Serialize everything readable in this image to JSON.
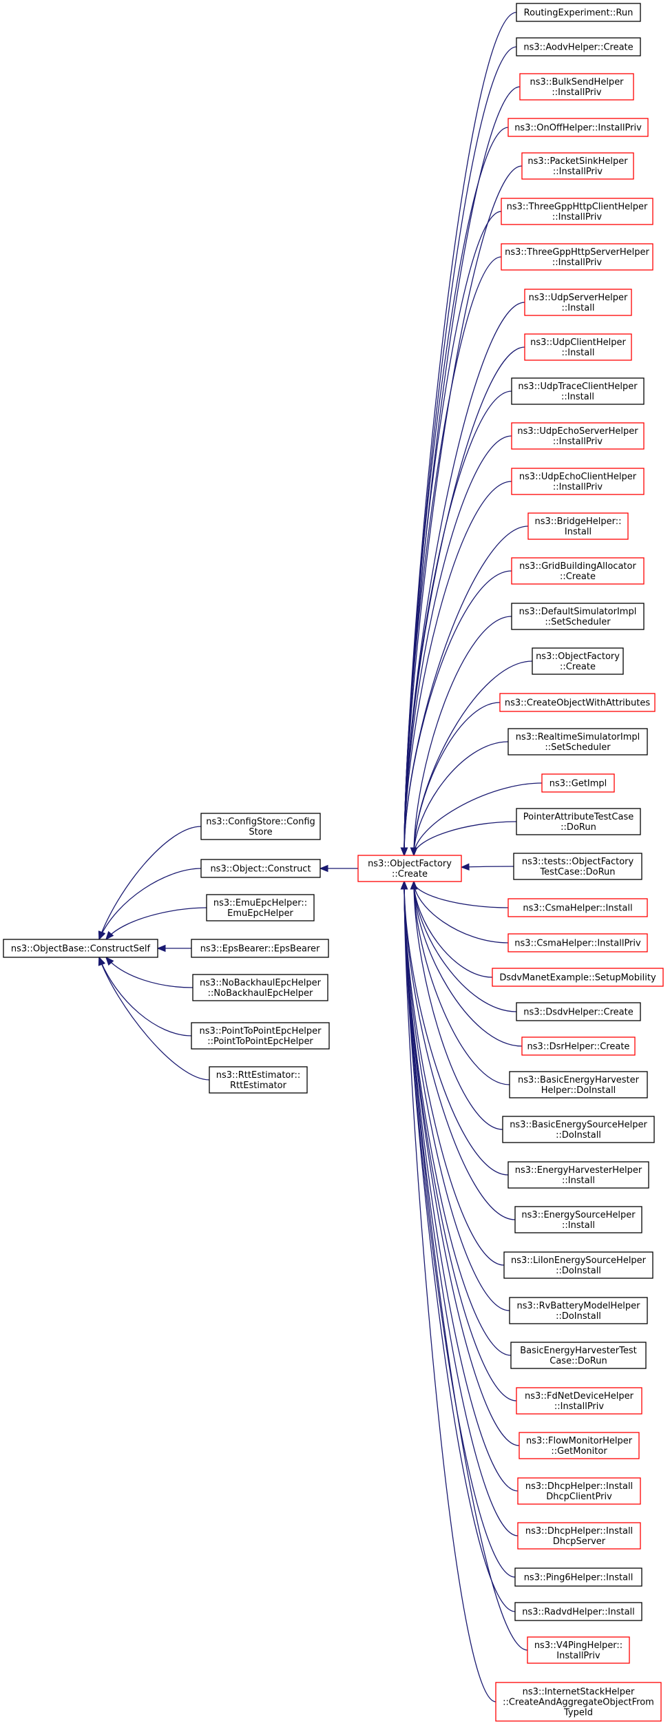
{
  "colors": {
    "edge": "#191970",
    "border_normal": "#000000",
    "border_red": "#ff0000",
    "root_fill": "#bfbfbf",
    "node_fill": "#ffffff"
  },
  "root": {
    "id": "n_root",
    "lines": [
      "ns3::ObjectBase::ConstructSelf"
    ]
  },
  "middle": [
    {
      "id": "m0",
      "lines": [
        "ns3::ConfigStore::Config",
        "Store"
      ],
      "border": "black"
    },
    {
      "id": "m1",
      "lines": [
        "ns3::Object::Construct"
      ],
      "border": "black"
    },
    {
      "id": "m2",
      "lines": [
        "ns3::EmuEpcHelper::",
        "EmuEpcHelper"
      ],
      "border": "black"
    },
    {
      "id": "m3",
      "lines": [
        "ns3::EpsBearer::EpsBearer"
      ],
      "border": "black"
    },
    {
      "id": "m4",
      "lines": [
        "ns3::NoBackhaulEpcHelper",
        "::NoBackhaulEpcHelper"
      ],
      "border": "black"
    },
    {
      "id": "m5",
      "lines": [
        "ns3::PointToPointEpcHelper",
        "::PointToPointEpcHelper"
      ],
      "border": "black"
    },
    {
      "id": "m6",
      "lines": [
        "ns3::RttEstimator::",
        "RttEstimator"
      ],
      "border": "black"
    }
  ],
  "factory": {
    "id": "f0",
    "lines": [
      "ns3::ObjectFactory",
      "::Create"
    ],
    "border": "red"
  },
  "callers": [
    {
      "id": "c0",
      "lines": [
        "RoutingExperiment::Run"
      ],
      "border": "black"
    },
    {
      "id": "c1",
      "lines": [
        "ns3::AodvHelper::Create"
      ],
      "border": "black"
    },
    {
      "id": "c2",
      "lines": [
        "ns3::BulkSendHelper",
        "::InstallPriv"
      ],
      "border": "red"
    },
    {
      "id": "c3",
      "lines": [
        "ns3::OnOffHelper::InstallPriv"
      ],
      "border": "red"
    },
    {
      "id": "c4",
      "lines": [
        "ns3::PacketSinkHelper",
        "::InstallPriv"
      ],
      "border": "red"
    },
    {
      "id": "c5",
      "lines": [
        "ns3::ThreeGppHttpClientHelper",
        "::InstallPriv"
      ],
      "border": "red"
    },
    {
      "id": "c6",
      "lines": [
        "ns3::ThreeGppHttpServerHelper",
        "::InstallPriv"
      ],
      "border": "red"
    },
    {
      "id": "c7",
      "lines": [
        "ns3::UdpServerHelper",
        "::Install"
      ],
      "border": "red"
    },
    {
      "id": "c8",
      "lines": [
        "ns3::UdpClientHelper",
        "::Install"
      ],
      "border": "red"
    },
    {
      "id": "c9",
      "lines": [
        "ns3::UdpTraceClientHelper",
        "::Install"
      ],
      "border": "black"
    },
    {
      "id": "c10",
      "lines": [
        "ns3::UdpEchoServerHelper",
        "::InstallPriv"
      ],
      "border": "red"
    },
    {
      "id": "c11",
      "lines": [
        "ns3::UdpEchoClientHelper",
        "::InstallPriv"
      ],
      "border": "red"
    },
    {
      "id": "c12",
      "lines": [
        "ns3::BridgeHelper::",
        "Install"
      ],
      "border": "red"
    },
    {
      "id": "c13",
      "lines": [
        "ns3::GridBuildingAllocator",
        "::Create"
      ],
      "border": "red"
    },
    {
      "id": "c14",
      "lines": [
        "ns3::DefaultSimulatorImpl",
        "::SetScheduler"
      ],
      "border": "black"
    },
    {
      "id": "c15",
      "lines": [
        "ns3::ObjectFactory",
        "::Create"
      ],
      "border": "black"
    },
    {
      "id": "c16",
      "lines": [
        "ns3::CreateObjectWithAttributes"
      ],
      "border": "red"
    },
    {
      "id": "c17",
      "lines": [
        "ns3::RealtimeSimulatorImpl",
        "::SetScheduler"
      ],
      "border": "black"
    },
    {
      "id": "c18",
      "lines": [
        "ns3::GetImpl"
      ],
      "border": "red"
    },
    {
      "id": "c19",
      "lines": [
        "PointerAttributeTestCase",
        "::DoRun"
      ],
      "border": "black"
    },
    {
      "id": "c20",
      "lines": [
        "ns3::tests::ObjectFactory",
        "TestCase::DoRun"
      ],
      "border": "black"
    },
    {
      "id": "c21",
      "lines": [
        "ns3::CsmaHelper::Install"
      ],
      "border": "red"
    },
    {
      "id": "c22",
      "lines": [
        "ns3::CsmaHelper::InstallPriv"
      ],
      "border": "red"
    },
    {
      "id": "c23",
      "lines": [
        "DsdvManetExample::SetupMobility"
      ],
      "border": "red"
    },
    {
      "id": "c24",
      "lines": [
        "ns3::DsdvHelper::Create"
      ],
      "border": "black"
    },
    {
      "id": "c25",
      "lines": [
        "ns3::DsrHelper::Create"
      ],
      "border": "red"
    },
    {
      "id": "c26",
      "lines": [
        "ns3::BasicEnergyHarvester",
        "Helper::DoInstall"
      ],
      "border": "black"
    },
    {
      "id": "c27",
      "lines": [
        "ns3::BasicEnergySourceHelper",
        "::DoInstall"
      ],
      "border": "black"
    },
    {
      "id": "c28",
      "lines": [
        "ns3::EnergyHarvesterHelper",
        "::Install"
      ],
      "border": "black"
    },
    {
      "id": "c29",
      "lines": [
        "ns3::EnergySourceHelper",
        "::Install"
      ],
      "border": "black"
    },
    {
      "id": "c30",
      "lines": [
        "ns3::LiIonEnergySourceHelper",
        "::DoInstall"
      ],
      "border": "black"
    },
    {
      "id": "c31",
      "lines": [
        "ns3::RvBatteryModelHelper",
        "::DoInstall"
      ],
      "border": "black"
    },
    {
      "id": "c32",
      "lines": [
        "BasicEnergyHarvesterTest",
        "Case::DoRun"
      ],
      "border": "black"
    },
    {
      "id": "c33",
      "lines": [
        "ns3::FdNetDeviceHelper",
        "::InstallPriv"
      ],
      "border": "red"
    },
    {
      "id": "c34",
      "lines": [
        "ns3::FlowMonitorHelper",
        "::GetMonitor"
      ],
      "border": "red"
    },
    {
      "id": "c35",
      "lines": [
        "ns3::DhcpHelper::Install",
        "DhcpClientPriv"
      ],
      "border": "red"
    },
    {
      "id": "c36",
      "lines": [
        "ns3::DhcpHelper::Install",
        "DhcpServer"
      ],
      "border": "red"
    },
    {
      "id": "c37",
      "lines": [
        "ns3::Ping6Helper::Install"
      ],
      "border": "black"
    },
    {
      "id": "c38",
      "lines": [
        "ns3::RadvdHelper::Install"
      ],
      "border": "black"
    },
    {
      "id": "c39",
      "lines": [
        "ns3::V4PingHelper::",
        "InstallPriv"
      ],
      "border": "red"
    },
    {
      "id": "c40",
      "lines": [
        "ns3::InternetStackHelper",
        "::CreateAndAggregateObjectFrom",
        "TypeId"
      ],
      "border": "red"
    }
  ]
}
